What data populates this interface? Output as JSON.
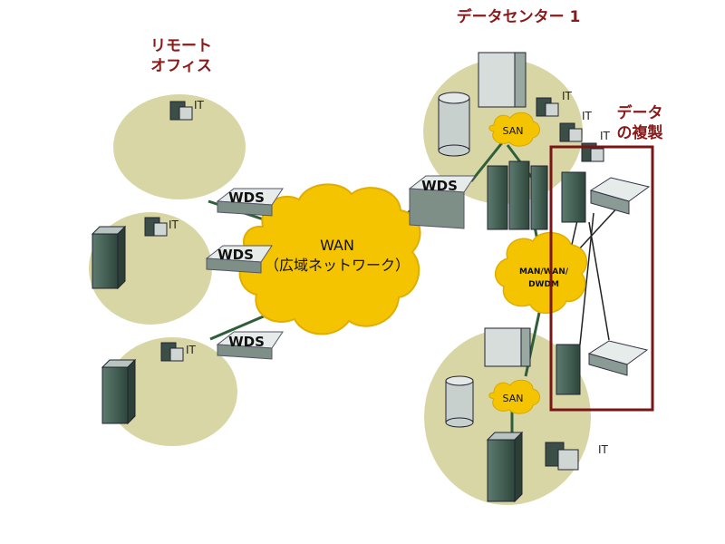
{
  "labels": {
    "remote_office_line1": "リモート",
    "remote_office_line2": "オフィス",
    "datacenter": "データセンター 1",
    "replication_line1": "データ",
    "replication_line2": "の複製",
    "wan_line1": "WAN",
    "wan_line2": "（広域ネットワーク）",
    "man": "MAN/WAN/",
    "dwdm": "DWDM",
    "san": "SAN",
    "wds": "WDS",
    "it": "IT"
  },
  "colors": {
    "site_fill": "#d9d6a6",
    "cloud_fill": "#f5c400",
    "device_dark": "#3e5a4f",
    "device_light": "#cfd6d3",
    "link_green": "#2f5e3a",
    "highlight_box": "#7a1515",
    "label_red": "#8a1a1a"
  },
  "icons": [
    "server-tower-icon",
    "workstation-icon",
    "wds-appliance-icon",
    "storage-disk-icon",
    "switch-appliance-icon",
    "san-cloud-icon"
  ]
}
